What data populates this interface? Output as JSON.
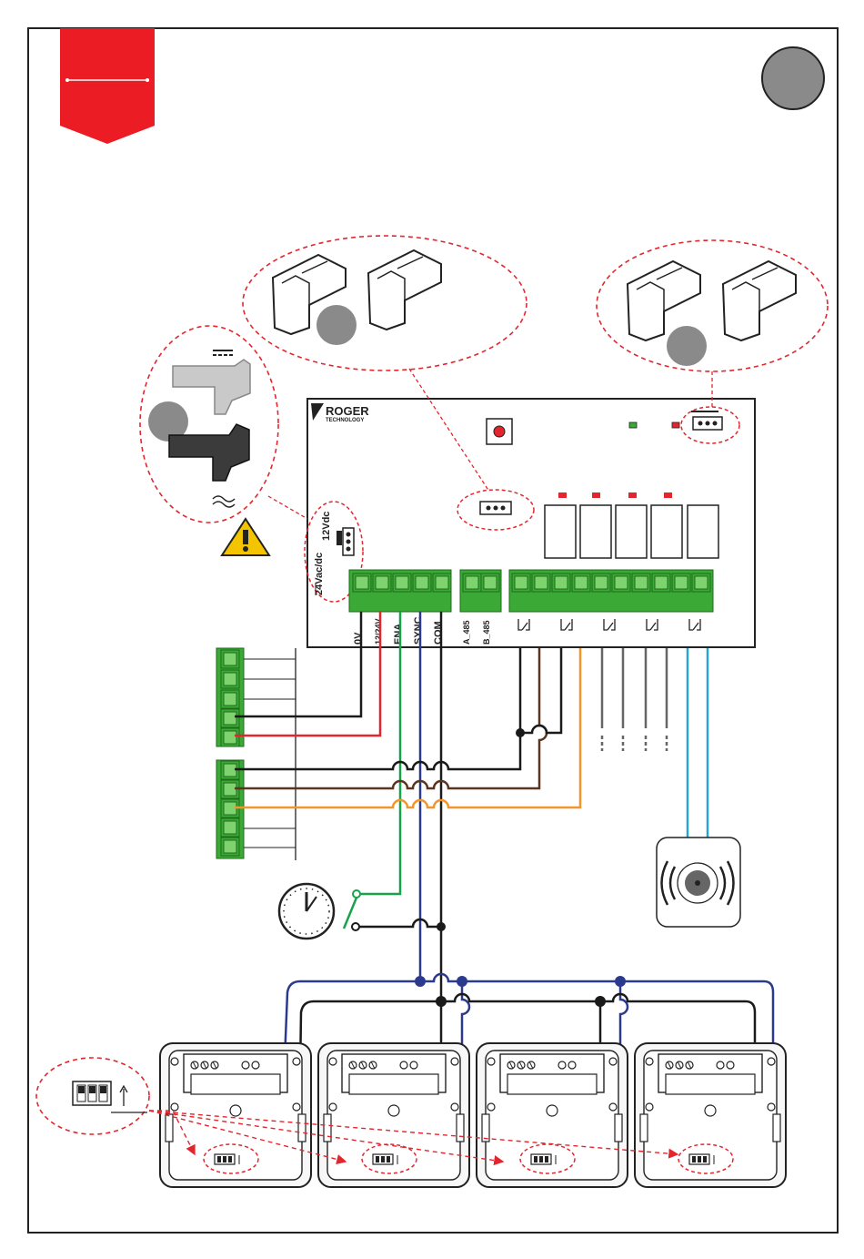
{
  "board": {
    "brand_name": "ROGER",
    "brand_sub": "TECHNOLOGY",
    "voltage_24": "24Vac/dc",
    "voltage_12": "12Vdc",
    "terminals": {
      "t0v": "0V",
      "t1224": "12/24V",
      "tena": "ENA",
      "tsync": "SYNC",
      "tcom": "COM",
      "ta485": "A_485",
      "tb485": "B_485"
    }
  },
  "colors": {
    "frame": "#222222",
    "dashed": "#e3262d",
    "ribbon": "#ec1c24",
    "terminal_green": "#3aa935",
    "wire_black": "#1a1a1a",
    "wire_red": "#e3262d",
    "wire_green": "#17a34a",
    "wire_blue": "#2b3a8c",
    "wire_brown": "#5a3520",
    "wire_orange": "#f0962a",
    "wire_grey": "#666666",
    "wire_cyan": "#29a3d6",
    "badge_grey": "#8a8a8a"
  },
  "icons": {
    "warning": "warning-triangle-icon",
    "clock": "clock-icon",
    "siren": "siren-icon"
  }
}
